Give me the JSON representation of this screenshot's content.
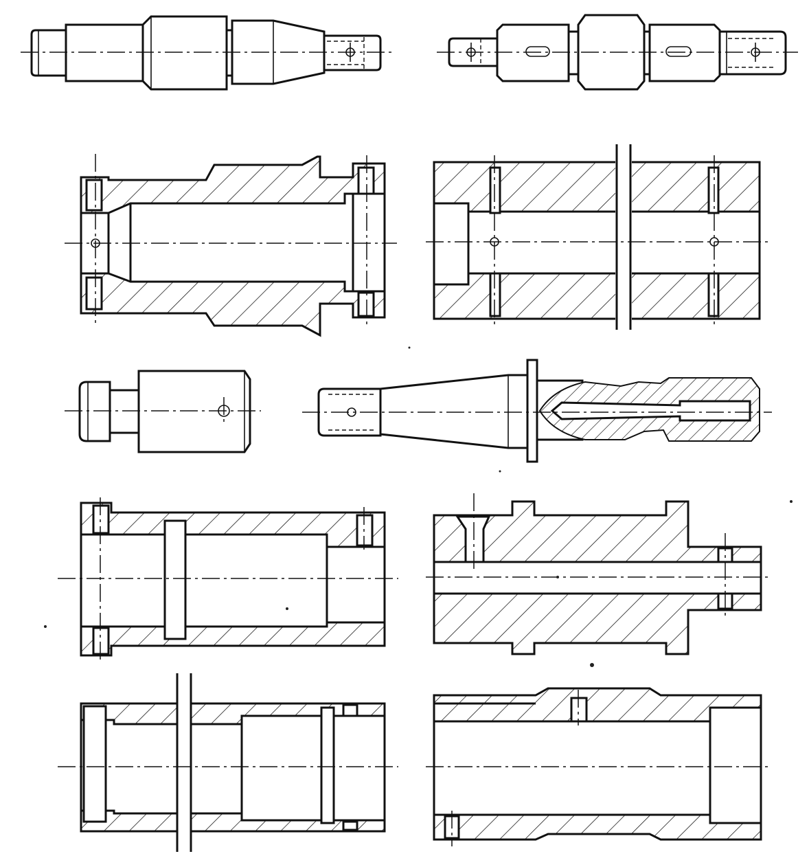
{
  "sheet": {
    "background": "#ffffff",
    "ink": "#111111",
    "hatch_style": "diagonal 45deg lines",
    "figures": [
      {
        "id": "stepped-shaft-cross-hole",
        "kind": "shaft",
        "sectioned": false
      },
      {
        "id": "shaft-two-keyways",
        "kind": "shaft",
        "sectioned": false
      },
      {
        "id": "grooved-bushing-section",
        "kind": "bushing",
        "sectioned": true
      },
      {
        "id": "block-with-bores-section",
        "kind": "block",
        "sectioned": true
      },
      {
        "id": "short-pin-cross-hole",
        "kind": "pin",
        "sectioned": false
      },
      {
        "id": "tapered-spindle-partial-section",
        "kind": "spindle",
        "sectioned": true
      },
      {
        "id": "sleeve-with-groove-section",
        "kind": "sleeve",
        "sectioned": true
      },
      {
        "id": "shouldered-sleeve-section",
        "kind": "sleeve",
        "sectioned": true
      },
      {
        "id": "bushing-with-cross-bore-section",
        "kind": "bushing",
        "sectioned": true
      },
      {
        "id": "sleeve-with-counterbore-section",
        "kind": "sleeve",
        "sectioned": true
      }
    ]
  }
}
